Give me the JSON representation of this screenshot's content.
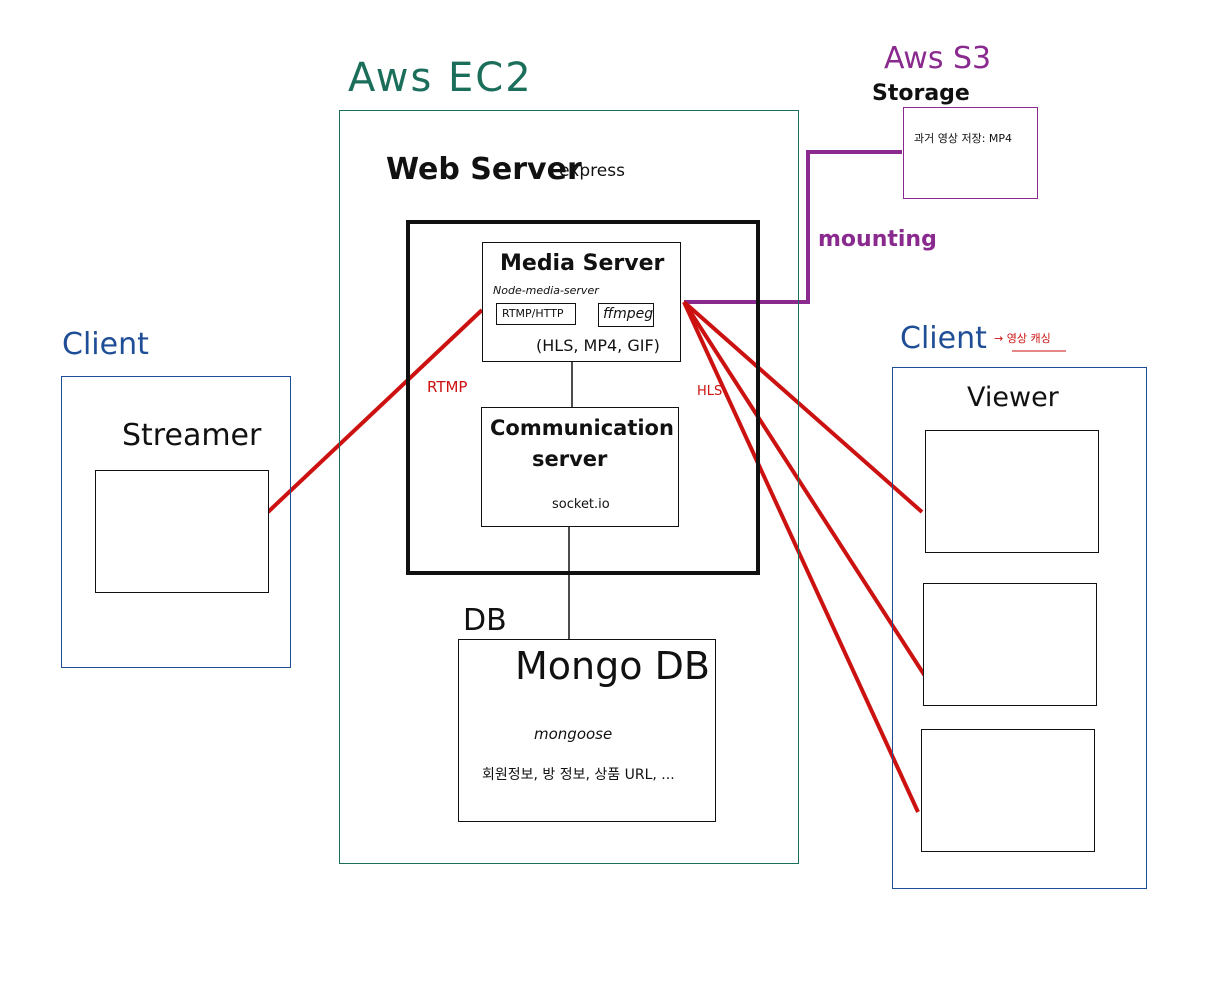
{
  "colors": {
    "ec2": "#1b6e5a",
    "s3": "#8a2a8f",
    "client": "#1f4e96",
    "red": "#cc1111",
    "black": "#111111"
  },
  "ec2": {
    "title": "Aws EC2",
    "web_server": {
      "title": "Web Server",
      "subtitle": ": express"
    },
    "media_server": {
      "title": "Media Server",
      "lib": "Node-media-server",
      "rtmp_http": "RTMP/HTTP",
      "ffmpeg": "ffmpeg",
      "formats": "(HLS, MP4, GIF)"
    },
    "communication_server": {
      "title_line1": "Communication",
      "title_line2": "server",
      "lib": "socket.io"
    },
    "db": {
      "section_label": "DB",
      "title": "Mongo DB",
      "lib": "mongoose",
      "contents": "회원정보, 방 정보, 상품 URL, ..."
    }
  },
  "s3": {
    "title": "Aws S3",
    "subtitle": "Storage",
    "content": "과거 영상 저장: MP4",
    "connector_label": "mounting"
  },
  "client_left": {
    "title": "Client",
    "role": "Streamer"
  },
  "client_right": {
    "title": "Client",
    "note": "→ 영상 캐싱",
    "role": "Viewer"
  },
  "protocols": {
    "rtmp": "RTMP",
    "hls": "HLS"
  }
}
